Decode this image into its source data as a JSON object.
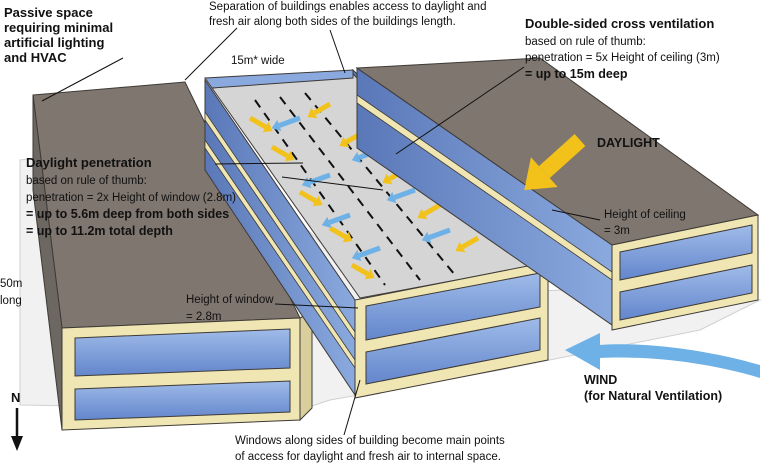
{
  "annotations": {
    "passive_space": [
      "Passive space",
      "requiring minimal",
      "artificial lighting",
      "and HVAC"
    ],
    "separation": [
      "Separation of buildings enables access to daylight and",
      "fresh air along both sides of the buildings length."
    ],
    "width_15m": "15m* wide",
    "cross_vent_title": "Double-sided cross ventilation",
    "cross_vent_rule": "based on rule of thumb:",
    "cross_vent_formula": "penetration = 5x Height of ceiling (3m)",
    "cross_vent_depth": "= up to 15m deep",
    "daylight_label": "DAYLIGHT",
    "daylight_pen_title": "Daylight penetration",
    "daylight_pen_rule": "based on rule of thumb:",
    "daylight_pen_formula": "penetration = 2x Height of window (2.8m)",
    "daylight_pen_depth1": "= up to 5.6m deep from both sides",
    "daylight_pen_depth2": "= up to 11.2m total depth",
    "ceiling_height": [
      "Height of ceiling",
      "= 3m"
    ],
    "window_height": [
      "Height of window",
      "= 2.8m"
    ],
    "length_50m": [
      "50m",
      "long"
    ],
    "north": "N",
    "windows_note": [
      "Windows along sides of building become main points",
      "of access for daylight and fresh air to internal space."
    ],
    "wind_title": "WIND",
    "wind_subtitle": "(for Natural Ventilation)"
  },
  "colors": {
    "roof": "#7f766f",
    "slab": "#efe6b4",
    "glass": "#7d9fd9",
    "floor": "#d5d5d5",
    "daylight_arrow": "#f2c21a",
    "air_arrow": "#6eb1e6"
  }
}
